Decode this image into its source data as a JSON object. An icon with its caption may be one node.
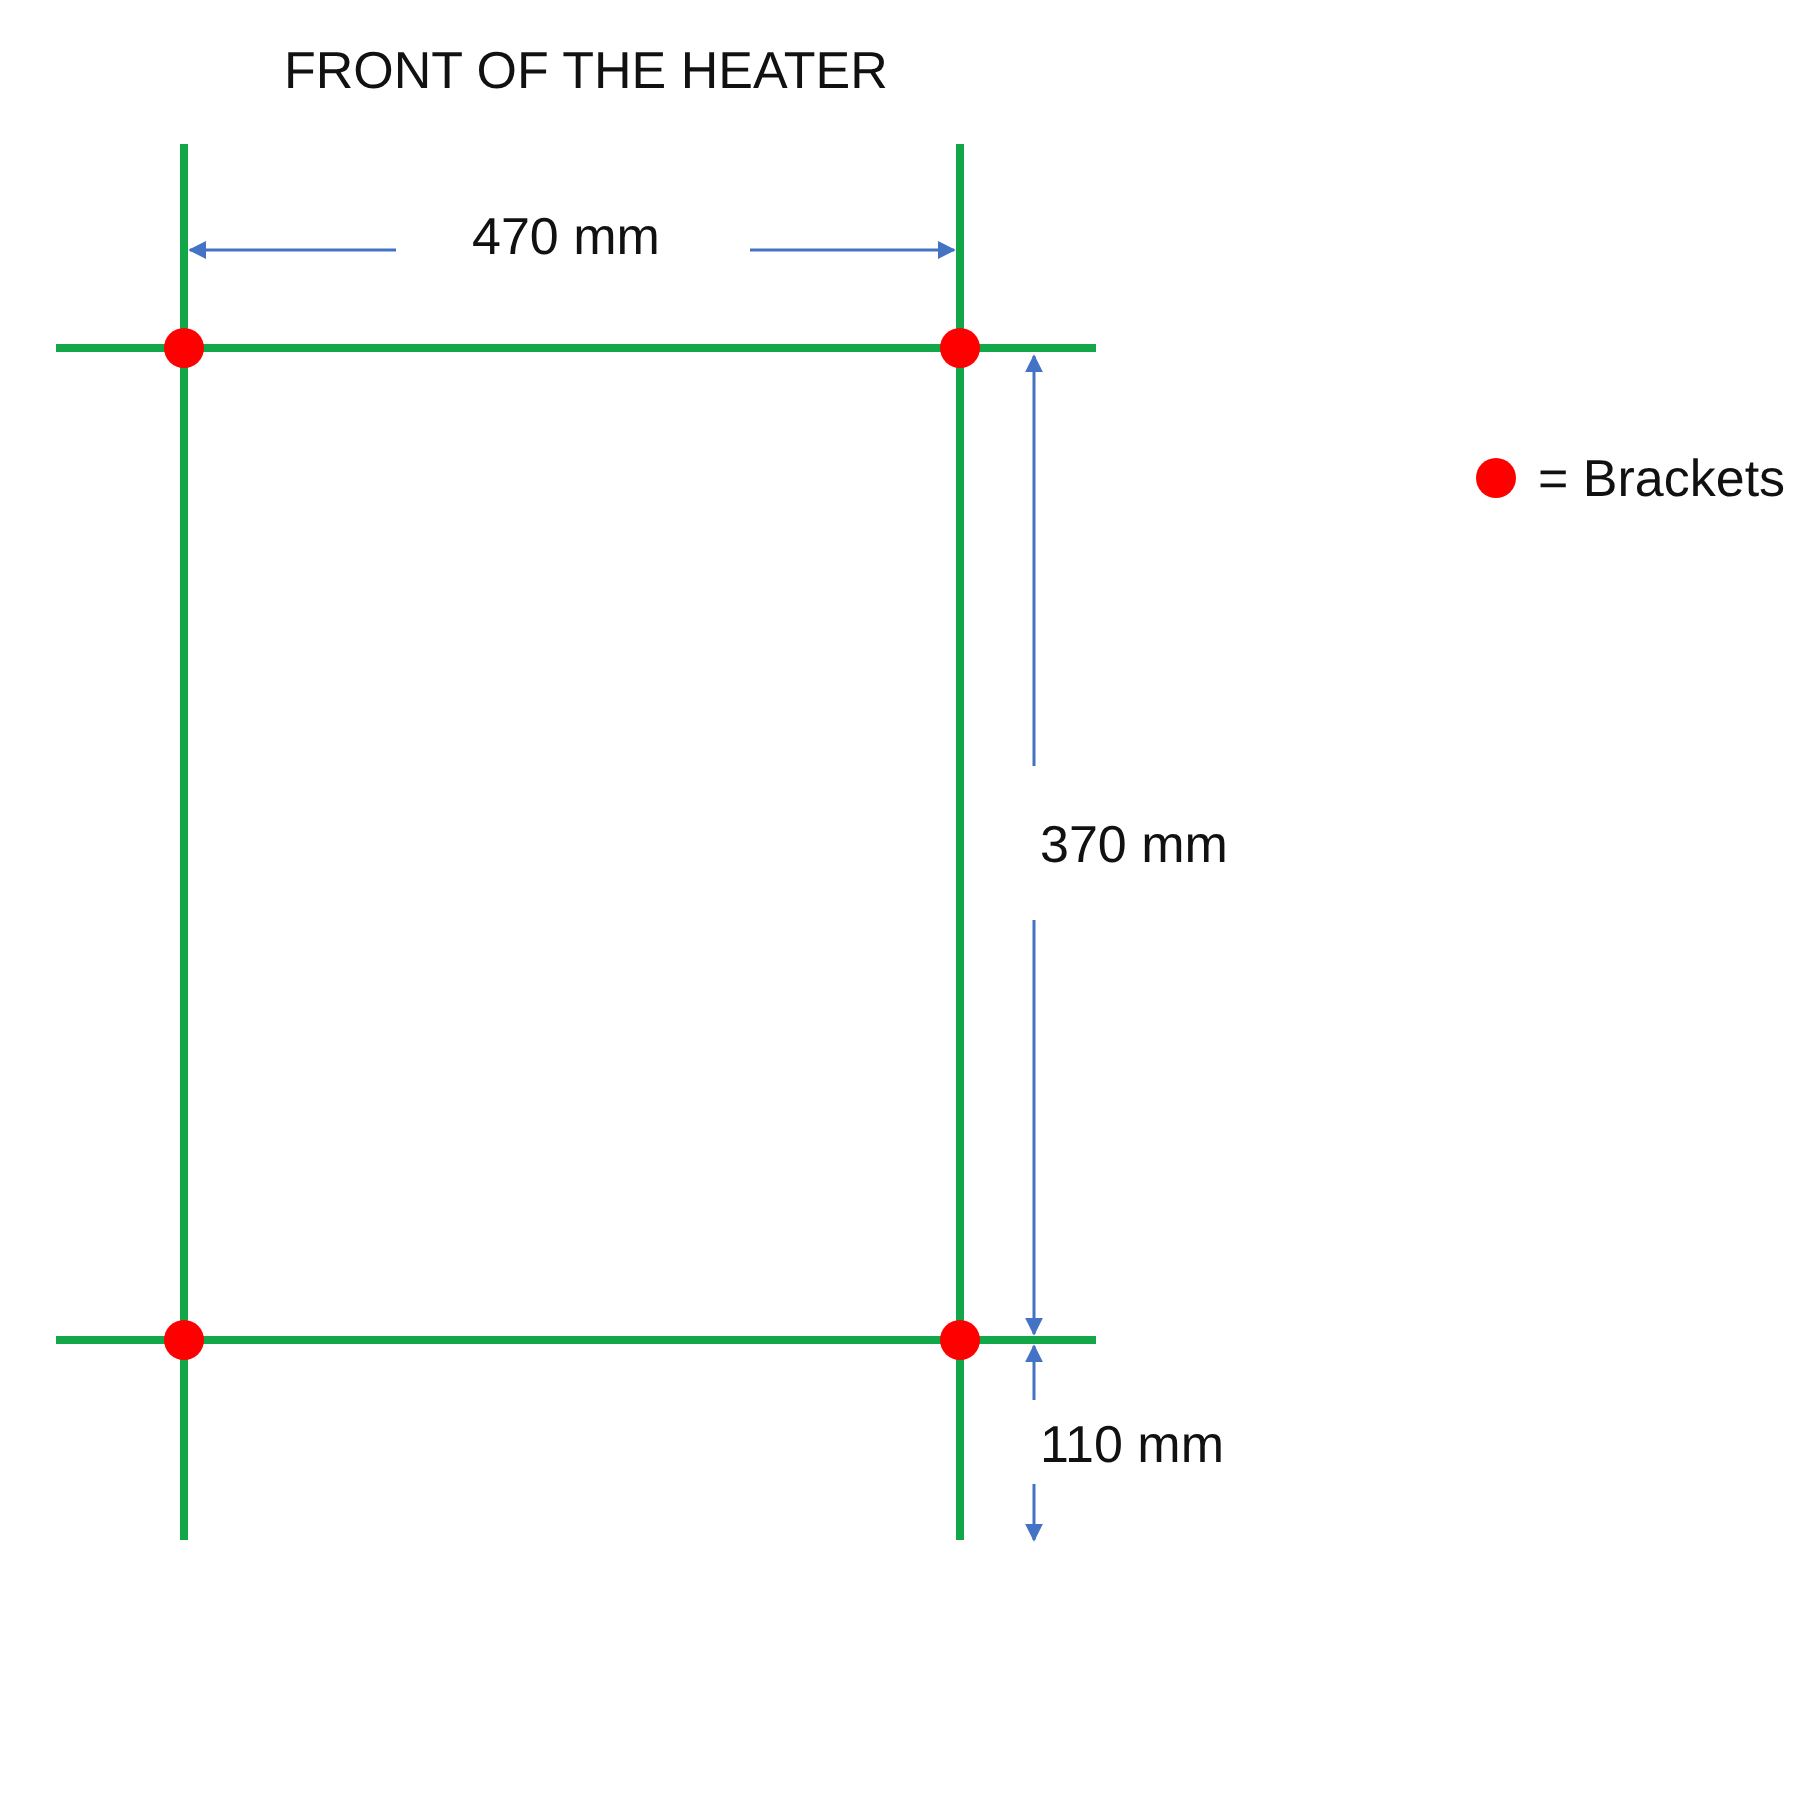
{
  "diagram": {
    "title": "FRONT OF THE HEATER",
    "labels": [
      "470 mm",
      "370 mm",
      "110 mm"
    ],
    "legend": [
      {
        "text": "= Brackets",
        "color": "#ff0000"
      }
    ]
  }
}
